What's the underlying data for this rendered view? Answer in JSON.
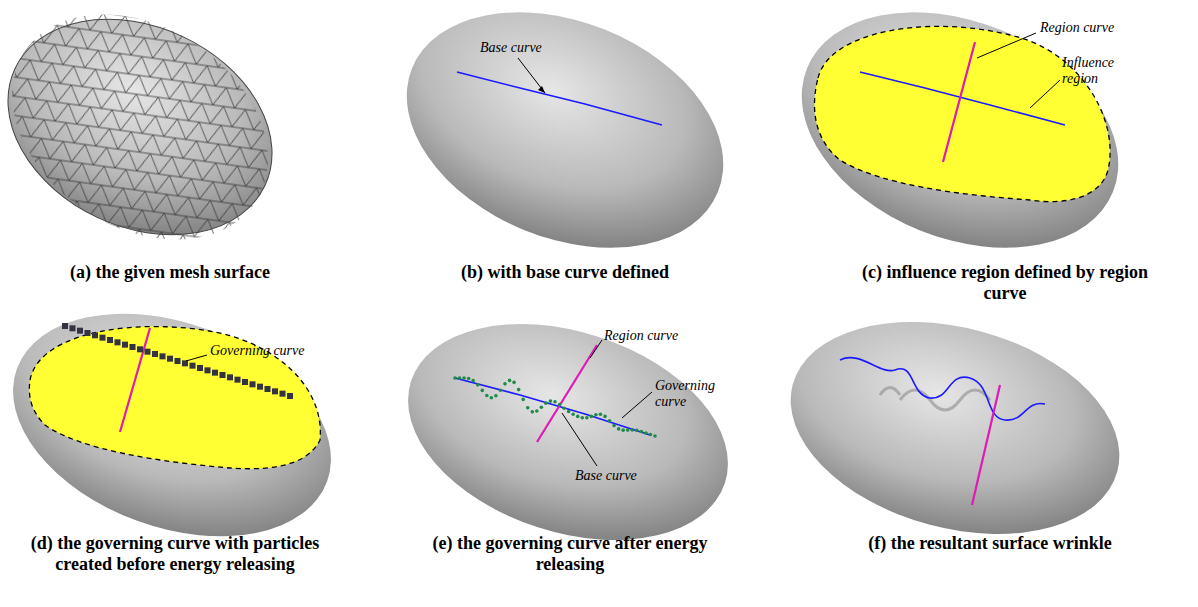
{
  "diagram": {
    "labels": [
      "(a) the given mesh surface",
      "Base curve",
      "(b) with base curve defined",
      "Region curve",
      "Influence region",
      "(c) influence region defined by region curve",
      "Governing curve",
      "(d) the governing curve with particles created before energy releasing",
      "Region curve",
      "Governing curve",
      "Base curve",
      "(e) the governing curve after energy releasing",
      "(f) the resultant surface wrinkle"
    ]
  }
}
